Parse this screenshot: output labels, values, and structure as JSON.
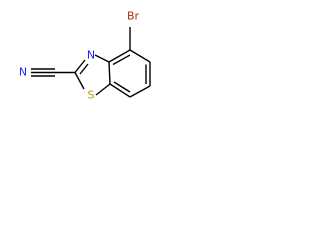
{
  "atoms": {
    "n_nitrile": {
      "label": "N",
      "color": "#2020ff"
    },
    "n_ring": {
      "label": "N",
      "color": "#2020ff"
    },
    "s_ring": {
      "label": "S",
      "color": "#b8a000"
    },
    "br": {
      "label": "Br",
      "color": "#a03010"
    }
  }
}
